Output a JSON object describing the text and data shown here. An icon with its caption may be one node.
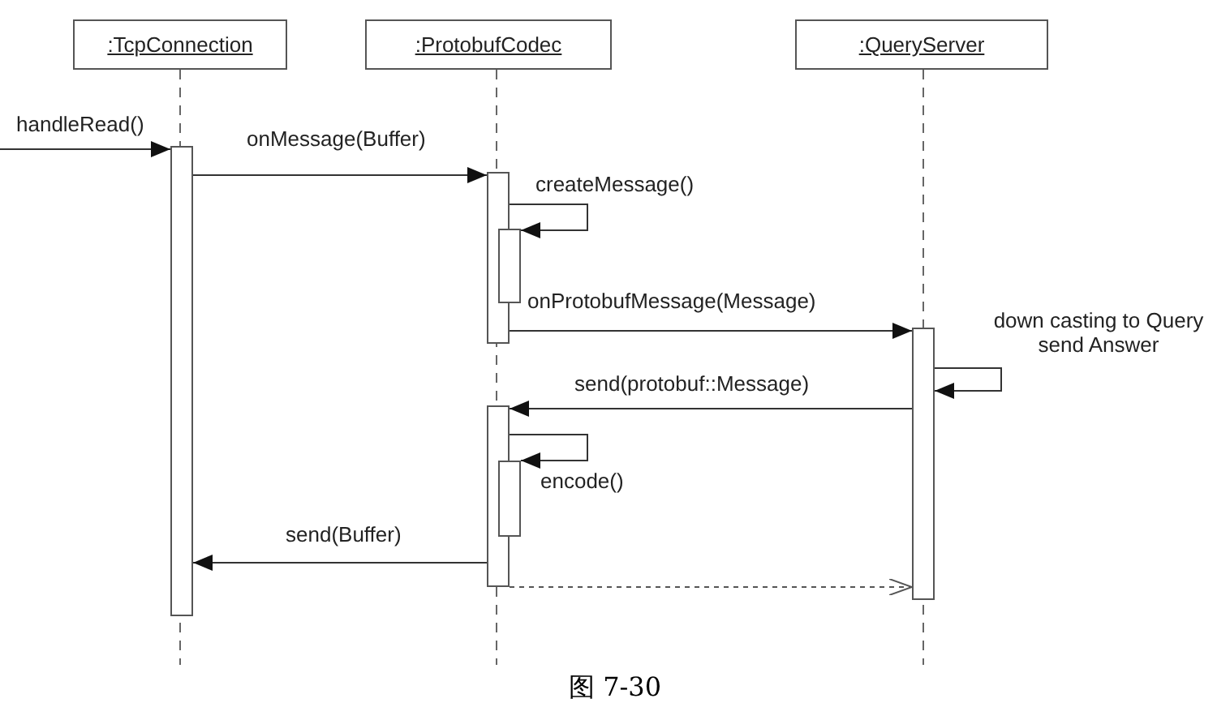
{
  "diagram": {
    "caption": "图 7-30",
    "nodes": [
      {
        "text": [
          ":TcpConnection"
        ]
      },
      {
        "text": [
          ":ProtobufCodec"
        ]
      },
      {
        "text": [
          ":QueryServer"
        ]
      },
      {
        "text": [],
        "shape": "bar"
      },
      {
        "text": [],
        "shape": "bar"
      },
      {
        "text": [],
        "shape": "bar"
      },
      {
        "text": [],
        "shape": "bar"
      },
      {
        "text": [],
        "shape": "bar"
      },
      {
        "text": [],
        "shape": "bar"
      }
    ],
    "edges": [
      {
        "from": null,
        "to": 3,
        "arrow": "to",
        "label": "handleRead()"
      },
      {
        "from": 3,
        "to": 4,
        "arrow": "to",
        "label": "onMessage(Buffer)"
      },
      {
        "from": 4,
        "to": 5,
        "arrow": "to",
        "label": "createMessage()"
      },
      {
        "from": 4,
        "to": 6,
        "arrow": "to",
        "label": "onProtobufMessage(Message)"
      },
      {
        "from": 6,
        "to": 6,
        "arrow": "to",
        "label": "down casting to Query send Answer"
      },
      {
        "from": 6,
        "to": 7,
        "arrow": "to",
        "label": "send(protobuf::Message)"
      },
      {
        "from": 7,
        "to": 8,
        "arrow": "to",
        "label": "encode()"
      },
      {
        "from": 7,
        "to": 3,
        "arrow": "to",
        "label": "send(Buffer)"
      },
      {
        "from": 7,
        "to": 6,
        "arrow": "to",
        "style": "dashed"
      }
    ]
  }
}
